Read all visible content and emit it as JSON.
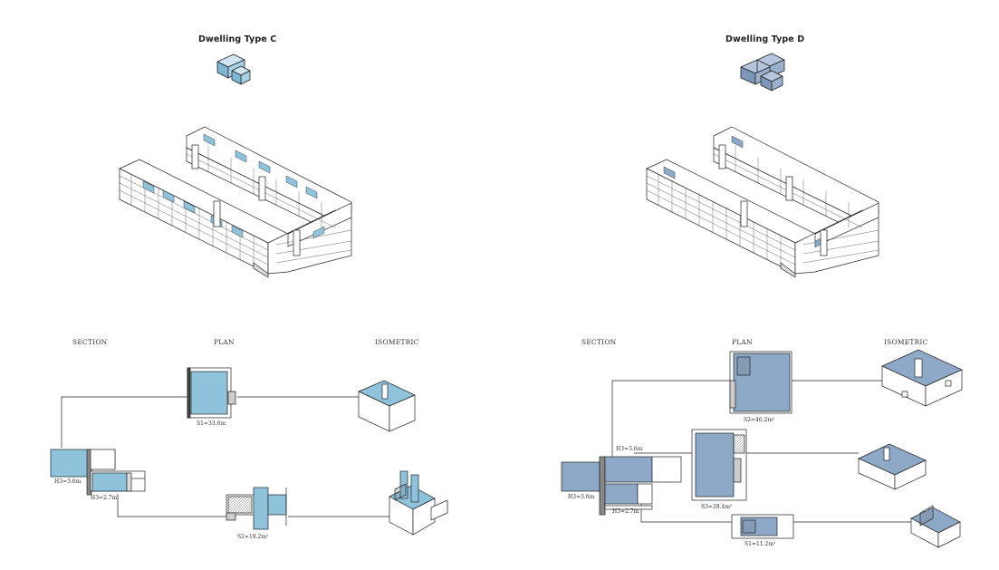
{
  "type_c": {
    "title": "Dwelling Type C",
    "headers": {
      "section": "SECTION",
      "plan": "PLAN",
      "isometric": "ISOMETRIC"
    },
    "labels": {
      "s1": "S1=33.6m",
      "s2": "S2=19.2m²",
      "h3_upper": "H3=3.6m",
      "h3_lower": "H3=2.7m"
    }
  },
  "type_d": {
    "title": "Dwelling Type D",
    "headers": {
      "section": "SECTION",
      "plan": "PLAN",
      "isometric": "ISOMETRIC"
    },
    "labels": {
      "s2": "S2=46.2m²",
      "s3": "S3=28.4m²",
      "s1": "S1=11.2m²",
      "h3_a": "H3=3.6m",
      "h3_b": "H3=3.6m",
      "h3_c": "H3=2.7m"
    }
  },
  "colors": {
    "type_c_fill": "#8fc3dc",
    "type_d_fill": "#8ea9c8",
    "line": "#222222",
    "stroke_light": "#555555"
  }
}
